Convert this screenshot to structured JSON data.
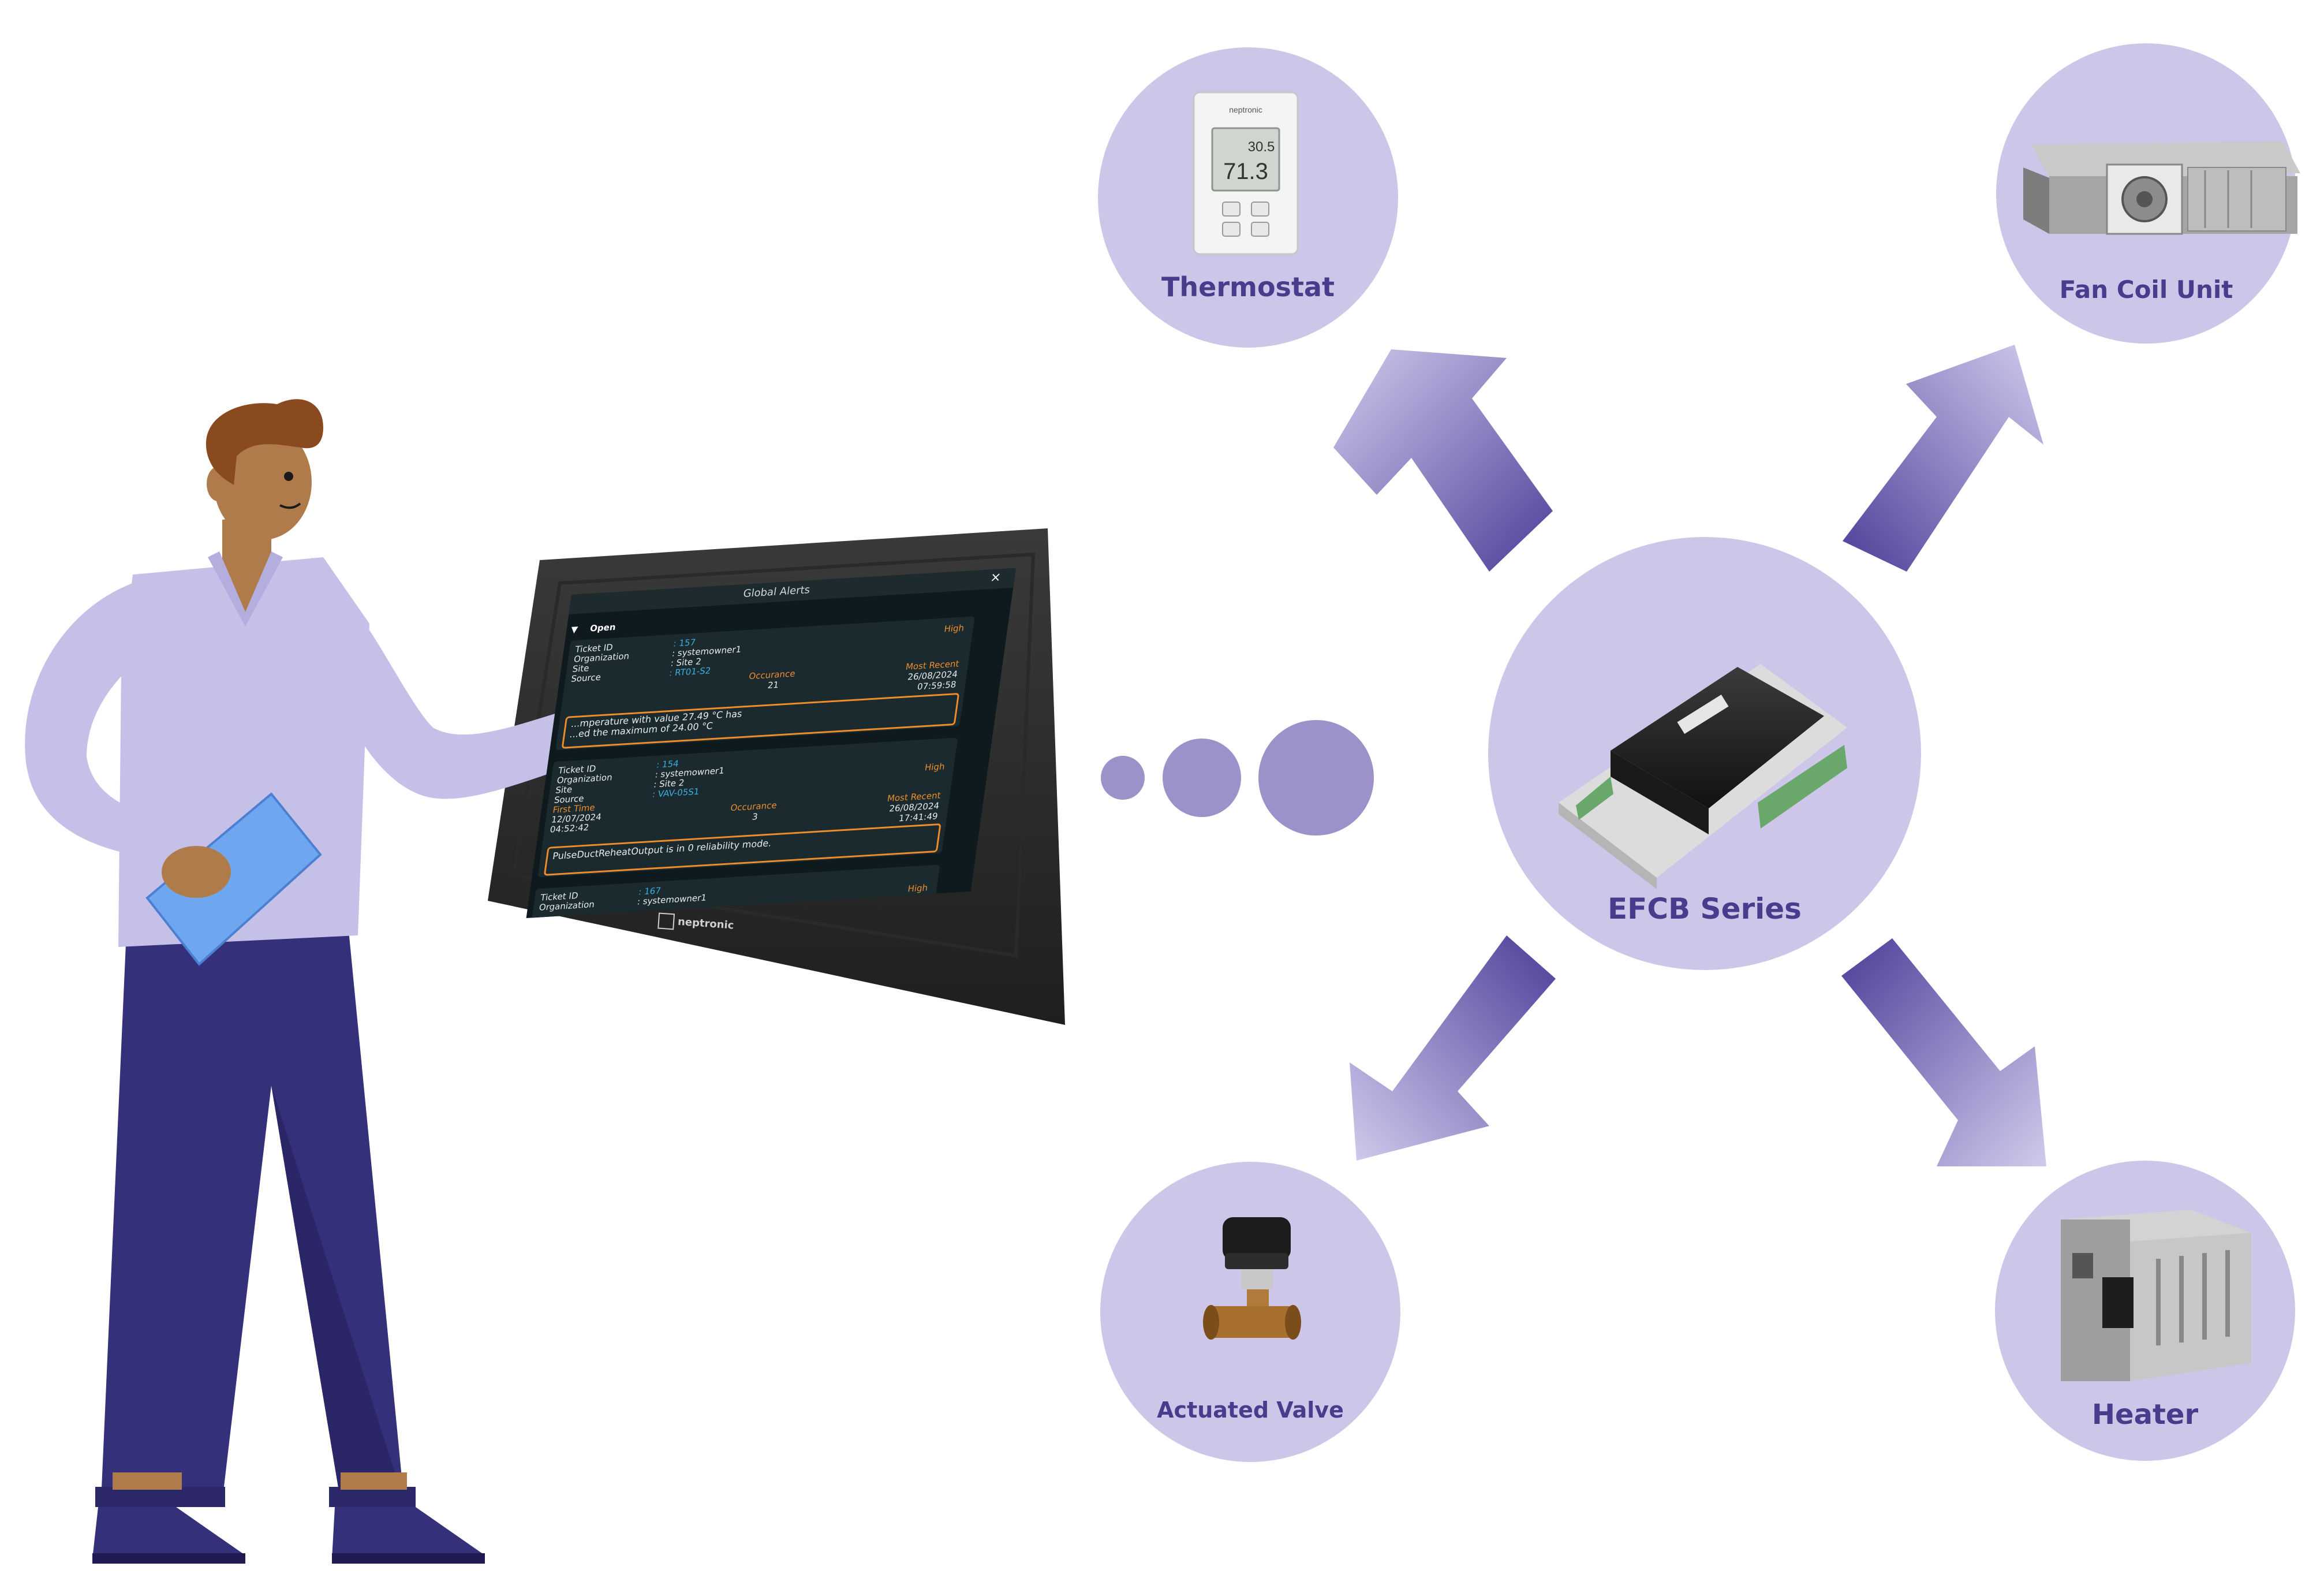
{
  "nodes": {
    "thermostat": "Thermostat",
    "fan_coil_unit": "Fan Coil Unit",
    "hub": "EFCB Series",
    "actuated_valve": "Actuated Valve",
    "heater": "Heater"
  },
  "thermostat_device": {
    "brand": "neptronic",
    "reading_top": "30.5",
    "reading_main": "71.3"
  },
  "touchscreen": {
    "title": "Global Alerts",
    "close_glyph": "×",
    "filter_label": "Open",
    "brand": "neptronic",
    "alerts": [
      {
        "labels": [
          "Ticket ID",
          "Organization",
          "Site",
          "Source"
        ],
        "values": [
          ": 157",
          ": systemowner1",
          ": Site 2",
          ": RT01-S2"
        ],
        "priority": "High",
        "occurance_label": "Occurance",
        "occurance_value": "21",
        "recent_label": "Most Recent",
        "recent_date": "26/08/2024",
        "recent_time": "07:59:58",
        "message_1": "...mperature with value 27.49 °C has",
        "message_2": "...ed the maximum of 24.00 °C"
      },
      {
        "labels": [
          "Ticket ID",
          "Organization",
          "Site",
          "Source"
        ],
        "values": [
          ": 154",
          ": systemowner1",
          ": Site 2",
          ": VAV-05S1"
        ],
        "priority": "High",
        "first_label": "First Time",
        "first_date": "12/07/2024",
        "first_time": "04:52:42",
        "occurance_label": "Occurance",
        "occurance_value": "3",
        "recent_label": "Most Recent",
        "recent_date": "26/08/2024",
        "recent_time": "17:41:49",
        "message_1": "PulseDuctReheatOutput is in 0 reliability mode."
      },
      {
        "labels": [
          "Ticket ID",
          "Organization"
        ],
        "values": [
          ": 167",
          ": systemowner1"
        ],
        "priority": "High"
      }
    ]
  },
  "colors": {
    "node_fill": "#cdc6e9",
    "label": "#4a3c8c",
    "arrow_dark": "#4e3d99",
    "arrow_light": "#d0cbec",
    "dots": "#9d91c9",
    "shirt": "#c5c0e8",
    "pants": "#35307a",
    "skin": "#b07b4a",
    "hair": "#8a4a1f",
    "notebook": "#6fa6f0",
    "screen_bg": "#0e1a1d",
    "screen_accent_orange": "#ef8d2b",
    "screen_accent_cyan": "#3aaee0"
  }
}
